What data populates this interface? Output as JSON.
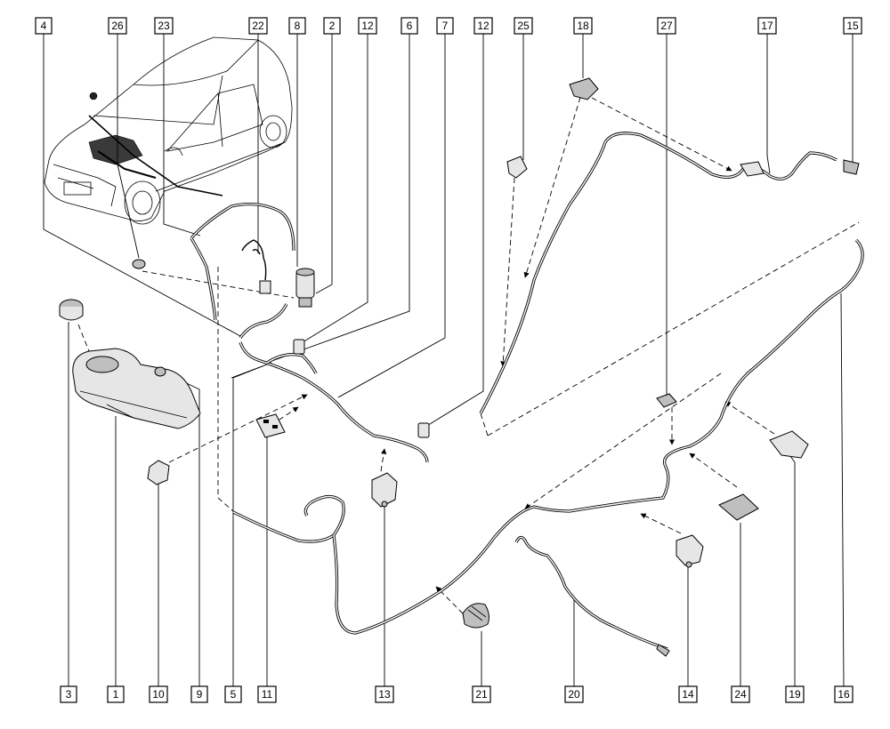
{
  "diagram": {
    "top_callouts": [
      "4",
      "26",
      "23",
      "22",
      "8",
      "2",
      "12",
      "6",
      "7",
      "12",
      "25",
      "18",
      "27",
      "17",
      "15"
    ],
    "bottom_callouts": [
      "3",
      "1",
      "10",
      "9",
      "5",
      "11",
      "13",
      "21",
      "20",
      "14",
      "24",
      "19",
      "16"
    ]
  }
}
